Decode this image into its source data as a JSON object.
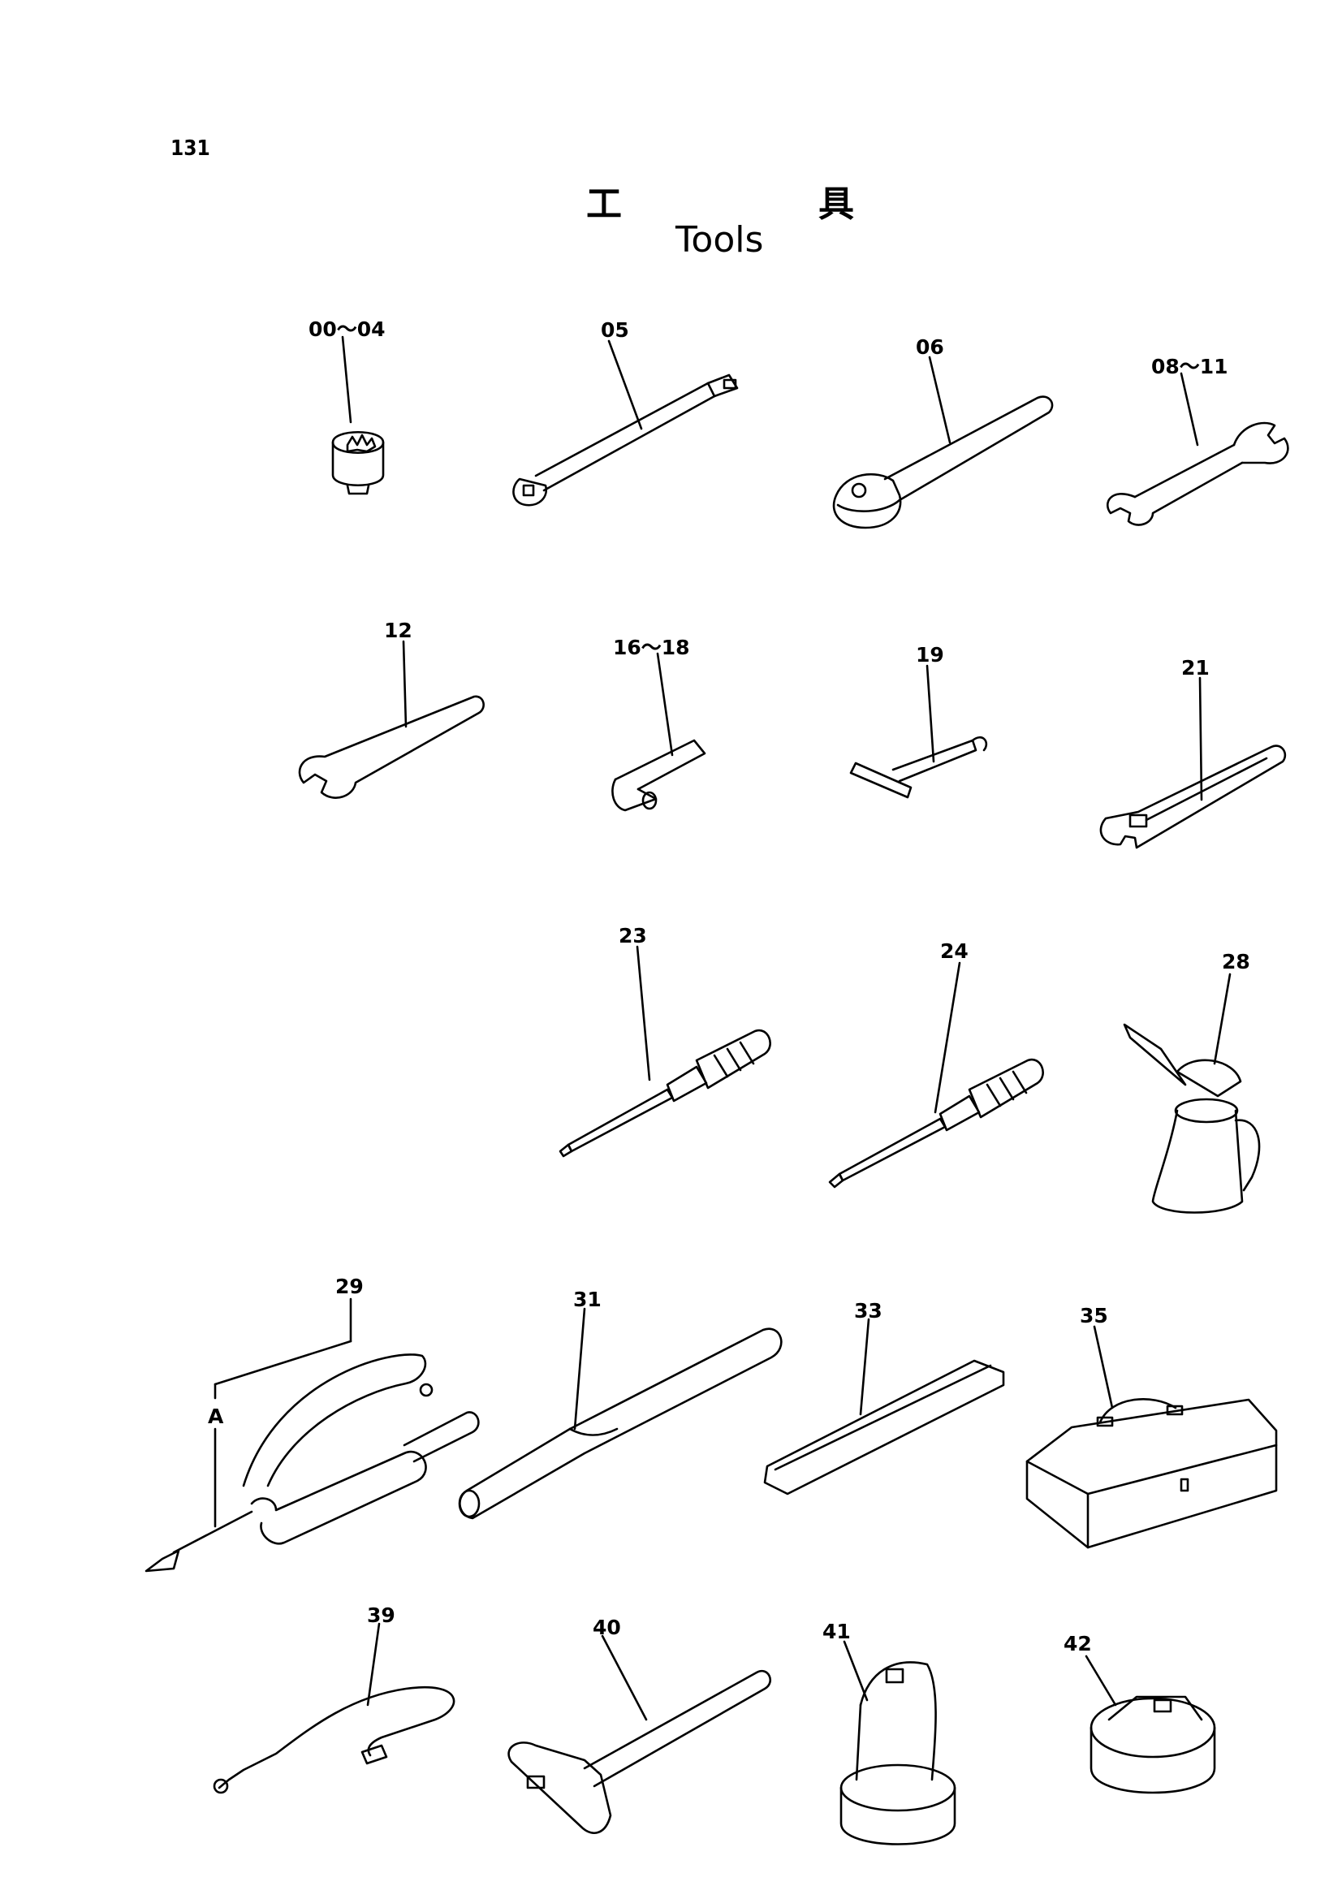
{
  "page": {
    "number": "131",
    "title_jp_1": "工",
    "title_jp_2": "具",
    "title_en": "Tools"
  },
  "labels": {
    "l00_04": "00～04",
    "l05": "05",
    "l06": "06",
    "l08_11": "08～11",
    "l12": "12",
    "l16_18": "16～18",
    "l19": "19",
    "l21": "21",
    "l23": "23",
    "l24": "24",
    "l28": "28",
    "l29": "29",
    "lA": "A",
    "l31": "31",
    "l33": "33",
    "l35": "35",
    "l39": "39",
    "l40": "40",
    "l41": "41",
    "l42": "42"
  }
}
